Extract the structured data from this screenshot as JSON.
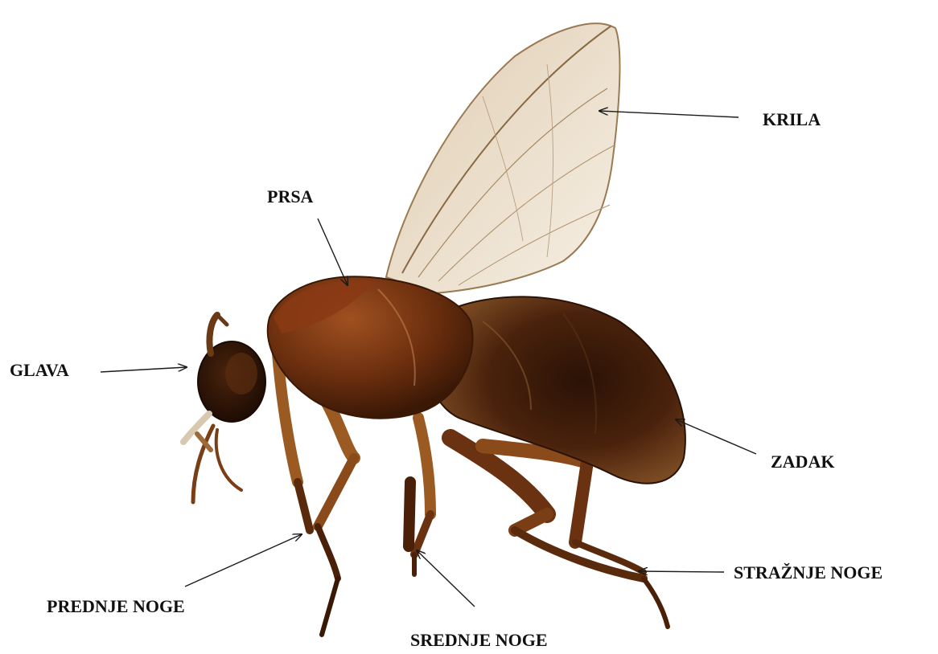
{
  "labels": {
    "krila": "KRILA",
    "prsa": "PRSA",
    "glava": "GLAVA",
    "zadak": "ZADAK",
    "straznje_noge": "STRAŽNJE NOGE",
    "prednje_noge": "PREDNJE NOGE",
    "srednje_noge": "SREDNJE NOGE"
  },
  "colors": {
    "background": "#ffffff",
    "text": "#111111",
    "arrow": "#1a1a1a",
    "body_dark": "#3a1a08",
    "body_mid": "#7a3a12",
    "leg": "#9a5a22",
    "wing": "#e8d8c0"
  }
}
